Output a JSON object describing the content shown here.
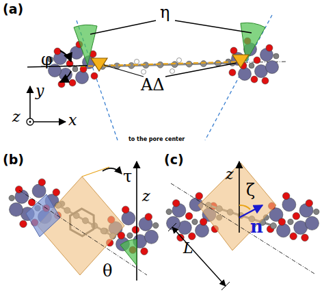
{
  "diagram": {
    "labels": [
      "(a)",
      "η",
      "φ",
      "AΔ",
      "y",
      "z",
      "x",
      "to the pore center",
      "(b)",
      "τ",
      "z",
      "θ",
      "(c)",
      "z",
      "ζ",
      "n",
      "L"
    ]
  }
}
